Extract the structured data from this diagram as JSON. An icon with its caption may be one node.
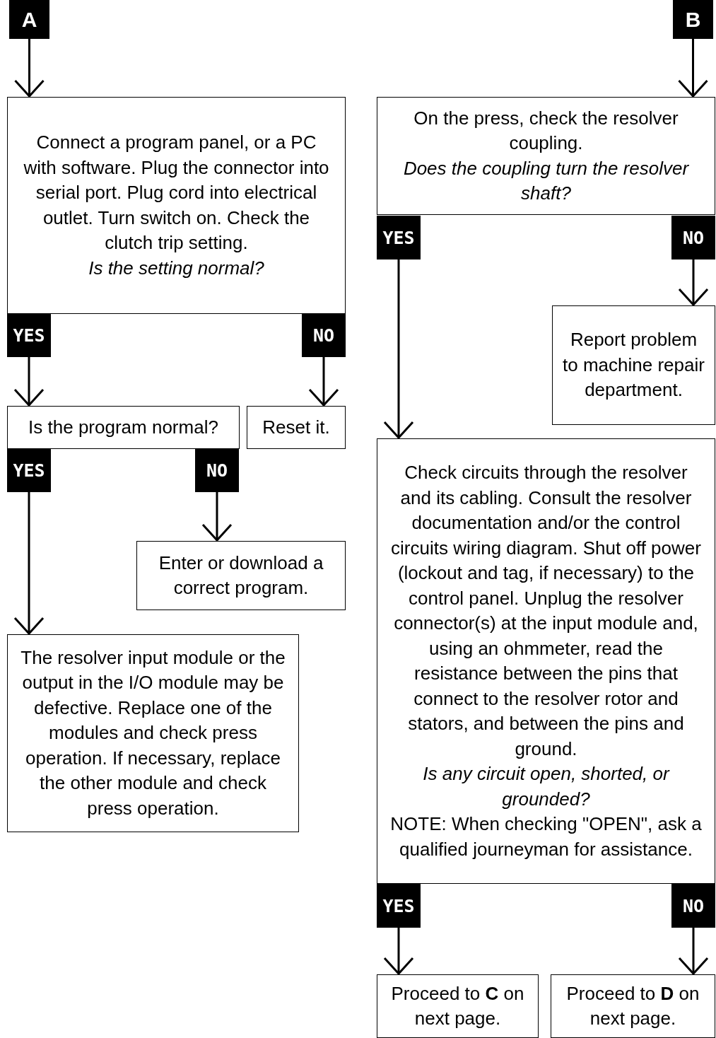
{
  "diagram": {
    "nodes": [
      {
        "text": [
          "A"
        ]
      },
      {
        "text": [
          "Connect a program panel, or a PC with software. Plug the connector into serial port. Plug cord into electrical outlet. Turn switch on. Check the clutch trip setting.",
          "Is the setting normal?"
        ]
      },
      {
        "text": [
          "YES"
        ]
      },
      {
        "text": [
          "NO"
        ]
      },
      {
        "text": [
          "Is the program normal?"
        ]
      },
      {
        "text": [
          "Reset it."
        ]
      },
      {
        "text": [
          "YES"
        ]
      },
      {
        "text": [
          "NO"
        ]
      },
      {
        "text": [
          "Enter or download a correct program."
        ]
      },
      {
        "text": [
          "The resolver input module or the output in the I/O module may be defective. Replace one of the modules and check press operation. If necessary, replace the other module and check press operation."
        ]
      },
      {
        "text": [
          "B"
        ]
      },
      {
        "text": [
          "On the press, check the resolver coupling.",
          "Does the coupling turn the resolver shaft?"
        ]
      },
      {
        "text": [
          "YES"
        ]
      },
      {
        "text": [
          "NO"
        ]
      },
      {
        "text": [
          "Report problem to machine repair department."
        ]
      },
      {
        "text": [
          "Check circuits through the resolver and its cabling. Consult the resolver documentation and/or the control circuits wiring diagram. Shut off power (lockout and tag, if necessary) to the control panel. Unplug the resolver connector(s) at the input module and, using an ohmmeter, read the resistance between the pins that connect to the resolver rotor and stators, and between the pins and ground.",
          "Is any circuit open, shorted, or grounded?",
          "NOTE:  When checking \"OPEN\", ask a qualified journeyman for assistance."
        ]
      },
      {
        "text": [
          "YES"
        ]
      },
      {
        "text": [
          "NO"
        ]
      },
      {
        "text": [
          "Proceed to **C** on next page."
        ]
      },
      {
        "text": [
          "Proceed to **D** on next page."
        ]
      }
    ],
    "edges": [
      {
        "from": 0,
        "to": 1,
        "arrow": "to"
      },
      {
        "from": 2,
        "to": 4,
        "arrow": "to"
      },
      {
        "from": 3,
        "to": 5,
        "arrow": "to"
      },
      {
        "from": 6,
        "to": 9,
        "arrow": "to"
      },
      {
        "from": 7,
        "to": 8,
        "arrow": "to"
      },
      {
        "from": 10,
        "to": 11,
        "arrow": "to"
      },
      {
        "from": 12,
        "to": 15,
        "arrow": "to"
      },
      {
        "from": 13,
        "to": 14,
        "arrow": "to"
      },
      {
        "from": 16,
        "to": 18,
        "arrow": "to"
      },
      {
        "from": 17,
        "to": 19,
        "arrow": "to"
      }
    ]
  }
}
